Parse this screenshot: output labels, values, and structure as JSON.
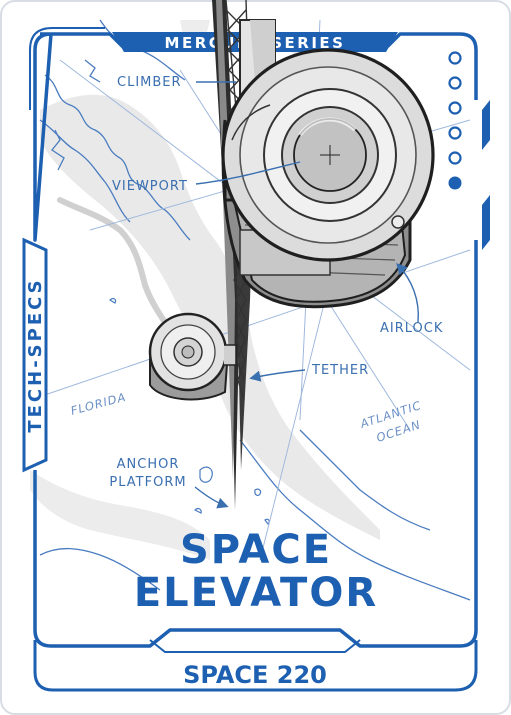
{
  "card": {
    "series": "MERCURY SERIES",
    "side_label": "TECH-SPECS",
    "title_line1": "SPACE",
    "title_line2": "ELEVATOR",
    "brand": "SPACE 220"
  },
  "callouts": {
    "climber": "CLIMBER",
    "viewport": "VIEWPORT",
    "airlock": "AIRLOCK",
    "tether": "TETHER",
    "anchor_line1": "ANCHOR",
    "anchor_line2": "PLATFORM"
  },
  "map_labels": {
    "florida": "FLORIDA",
    "atlantic_line1": "ATLANTIC",
    "atlantic_line2": "OCEAN"
  },
  "indicator": {
    "dots_total": 6,
    "active_index": 5
  },
  "colors": {
    "brand_blue": "#1d5fb0",
    "sketch_blue": "#3a6fb0",
    "map_gray": "#e6e6e6",
    "background": "#ffffff"
  }
}
